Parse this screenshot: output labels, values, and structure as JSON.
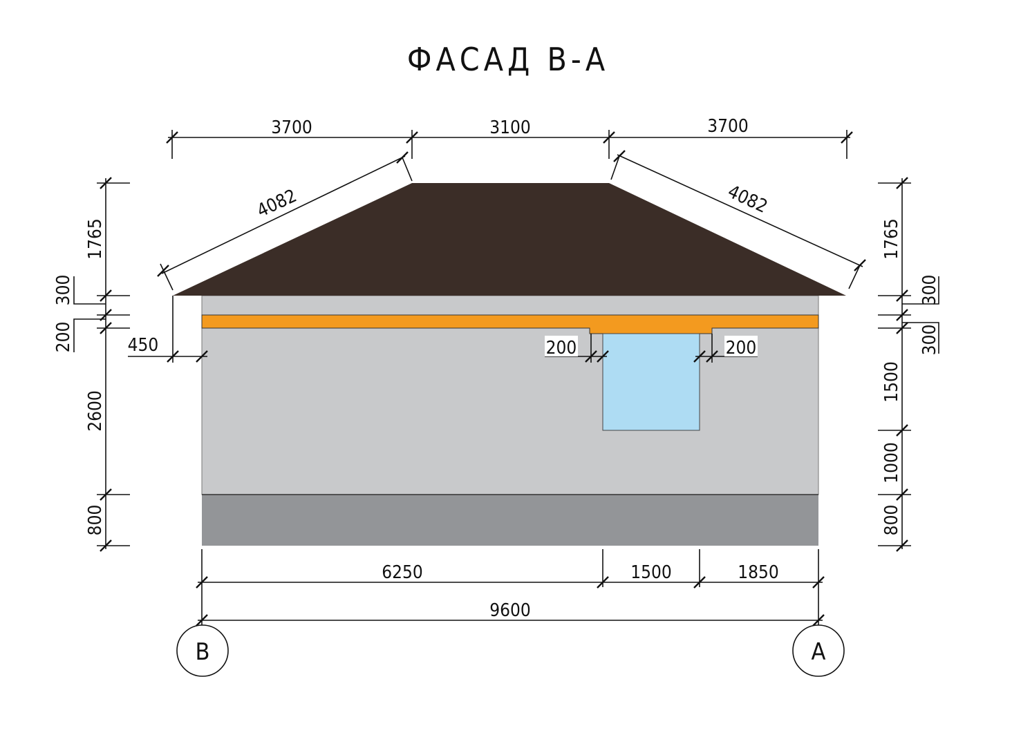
{
  "title": "ФАСАД В-А",
  "colors": {
    "roof": "#3b2d27",
    "wall": "#c8c9cb",
    "band": "#f39a1f",
    "plinth": "#939598",
    "window": "#aedcf3"
  },
  "top_dims": [
    "3700",
    "3100",
    "3700"
  ],
  "slope_dims": [
    "4082",
    "4082"
  ],
  "left_dims": {
    "roof": "1765",
    "eave": "300",
    "band": "200",
    "wall": "2600",
    "plinth": "800",
    "overhang": "450"
  },
  "right_dims": {
    "roof": "1765",
    "eave": "300",
    "lintel": "300",
    "window": "1500",
    "sill": "1000",
    "plinth": "800"
  },
  "window_dims": [
    "200",
    "200"
  ],
  "bottom_dims": [
    "6250",
    "1500",
    "1850"
  ],
  "overall_dim": "9600",
  "axes": [
    "В",
    "А"
  ]
}
